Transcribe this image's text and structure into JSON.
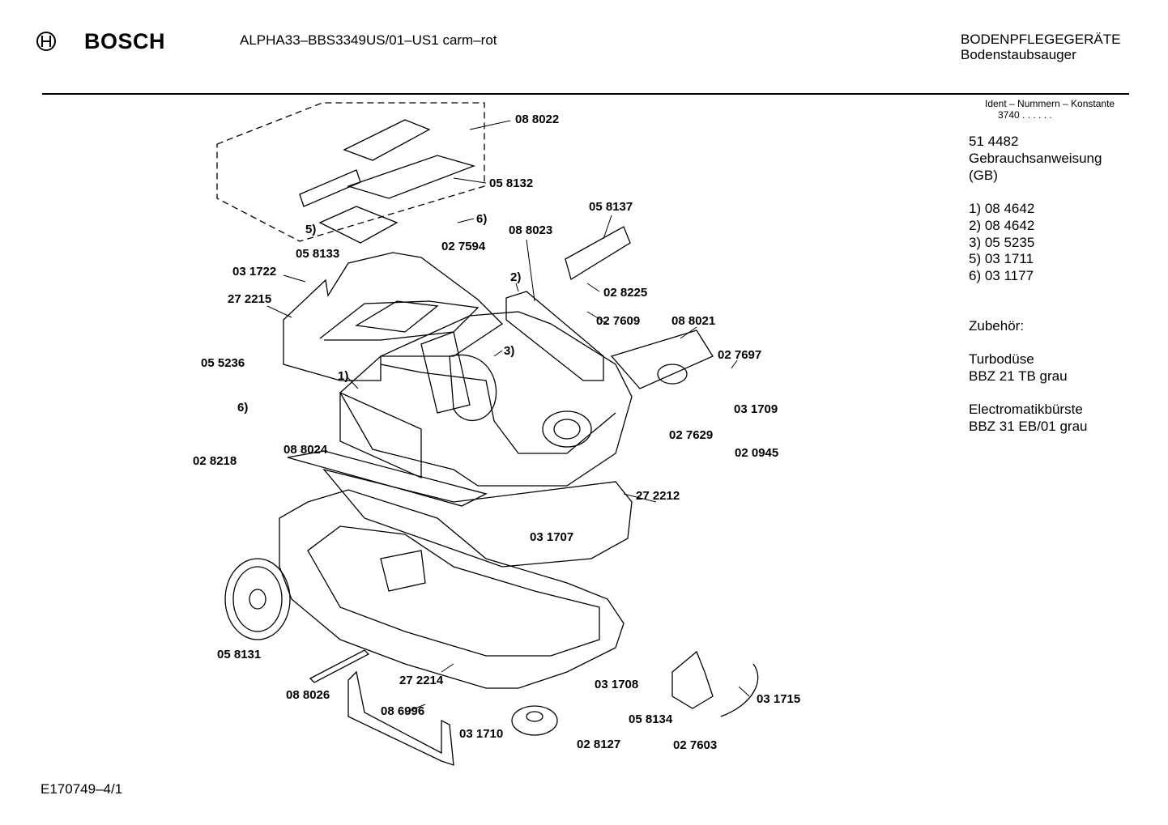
{
  "header": {
    "brand": "BOSCH",
    "model": "ALPHA33–BBS3349US/01–US1 carm–rot",
    "category": "BODENPFLEGEGERÄTE",
    "subcategory": "Bodenstaubsauger"
  },
  "ident": {
    "heading": "Ident – Nummern – Konstante",
    "value": "3740  . .   . . . ."
  },
  "sidebar": {
    "manual_number": "51 4482",
    "manual_label": "Gebrauchsanweisung",
    "manual_lang": "(GB)",
    "parts": [
      "1) 08 4642",
      "2) 08 4642",
      "3) 05 5235",
      "5) 03 1711",
      "6) 03 1177"
    ],
    "accessories_heading": "Zubehör:",
    "accessories": [
      {
        "name": "Turbodüse",
        "model": "BBZ 21 TB grau"
      },
      {
        "name": "Electromatikbürste",
        "model": "BBZ 31 EB/01 grau"
      }
    ]
  },
  "footer": {
    "drawing_id": "E170749–4/1"
  },
  "diagram_labels": {
    "p088022": "08 8022",
    "p058132": "05 8132",
    "p6a": "6)",
    "p5": "5)",
    "p058133": "05 8133",
    "p027594": "02 7594",
    "p088023": "08 8023",
    "p058137": "05 8137",
    "p031722": "03 1722",
    "p2": "2)",
    "p028225": "02 8225",
    "p272215": "27 2215",
    "p027609": "02 7609",
    "p088021": "08 8021",
    "p3": "3)",
    "p055236": "05 5236",
    "p1": "1)",
    "p027697": "02 7697",
    "p6b": "6)",
    "p031709": "03 1709",
    "p027629": "02 7629",
    "p020945": "02 0945",
    "p028218": "02 8218",
    "p088024": "08 8024",
    "p272212": "27 2212",
    "p031707": "03 1707",
    "p058131": "05 8131",
    "p272214": "27 2214",
    "p031708": "03 1708",
    "p031715": "03 1715",
    "p088026": "08 8026",
    "p086996": "08 6996",
    "p058134": "05 8134",
    "p031710": "03 1710",
    "p028127": "02 8127",
    "p027603": "02 7603"
  }
}
